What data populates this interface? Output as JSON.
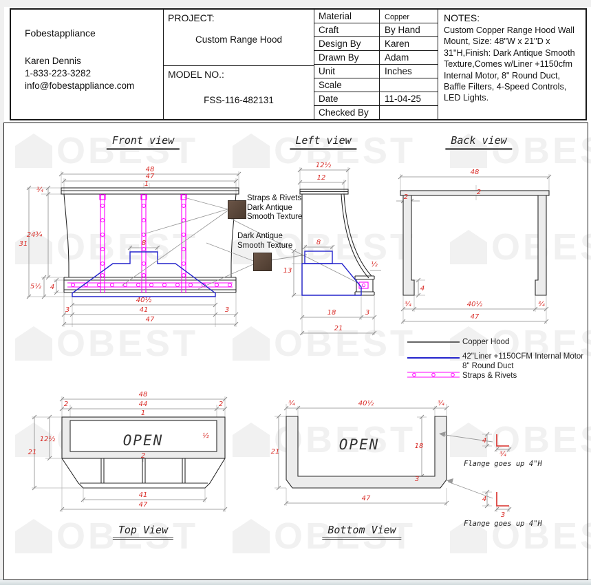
{
  "title_block": {
    "company": "Fobestappliance",
    "contact_name": "Karen Dennis",
    "phone": "1-833-223-3282",
    "email": "info@fobestappliance.com",
    "project_label": "PROJECT:",
    "project_name": "Custom Range Hood",
    "model_label": "MODEL NO.:",
    "model_number": "FSS-116-482131",
    "fields": [
      {
        "label": "Material",
        "value": "Copper"
      },
      {
        "label": "Craft",
        "value": "By Hand"
      },
      {
        "label": "Design By",
        "value": "Karen"
      },
      {
        "label": "Drawn By",
        "value": "Adam"
      },
      {
        "label": "Unit",
        "value": "Inches"
      },
      {
        "label": "Scale",
        "value": ""
      },
      {
        "label": "Date",
        "value": "11-04-25"
      },
      {
        "label": "Checked By",
        "value": ""
      }
    ],
    "notes_label": "NOTES:",
    "notes": "Custom Copper Range Hood Wall Mount, Size: 48\"W x 21\"D x 31\"H,Finish: Dark Antique Smooth Texture,Comes w/Liner +1150cfm Internal Motor, 8\" Round Duct, Baffle Filters, 4-Speed Controls, LED Lights."
  },
  "views": {
    "front": {
      "title": "Front view",
      "dims": {
        "w48": "48",
        "w47": "47",
        "w1": "1",
        "t34": "¾",
        "h2434": "24¾",
        "h31": "31",
        "h512": "5½",
        "h4": "4",
        "w8": "8",
        "w4012": "40½",
        "e3l": "3",
        "w41": "41",
        "e3r": "3",
        "w47b": "47"
      }
    },
    "left": {
      "title": "Left view",
      "dims": {
        "w1212": "12½",
        "w12": "12",
        "w8": "8",
        "h13": "13",
        "t12": "½",
        "d18": "18",
        "d3": "3",
        "d21": "21"
      }
    },
    "back": {
      "title": "Back view",
      "dims": {
        "w48": "48",
        "t2c": "2",
        "t2l": "2",
        "h4": "4",
        "e34l": "¾",
        "w4012": "40½",
        "e34r": "¾",
        "w47": "47"
      }
    },
    "top": {
      "title": "Top View",
      "open": "OPEN",
      "dims": {
        "w48": "48",
        "e2l": "2",
        "w44": "44",
        "e2r": "2",
        "t1": "1",
        "d1212": "12½",
        "d21": "21",
        "t12": "½",
        "t2": "2",
        "w41": "41",
        "w47": "47"
      }
    },
    "bottom": {
      "title": "Bottom View",
      "open": "OPEN",
      "dims": {
        "e34l": "¾",
        "w4012": "40½",
        "e34r": "¾",
        "d21": "21",
        "d18": "18",
        "t3": "3",
        "w47": "47",
        "f4a": "4",
        "f34": "¾",
        "f4b": "4",
        "f3": "3"
      }
    }
  },
  "legend": {
    "items": [
      {
        "label": "Copper Hood",
        "color": "#333333"
      },
      {
        "label": "42\"Liner +1150CFM Internal Motor\n8\" Round Duct",
        "color": "#2323cc"
      },
      {
        "label": "Straps & Rivets",
        "color": "#ff00ff"
      }
    ]
  },
  "annotations": {
    "straps_note": "Straps & Rivets\nDark Antique\nSmooth Texture",
    "finish_note": "Dark Antique\nSmooth Texture",
    "flange_note": "Flange goes up 4\"H",
    "swatch_color": "#5c473a"
  },
  "watermark": {
    "text": "OBEST"
  },
  "colors": {
    "dimension_red": "#d92b26",
    "liner_blue": "#2323cc",
    "strap_magenta": "#ff00ff",
    "outline_black": "#2a2a2a"
  }
}
